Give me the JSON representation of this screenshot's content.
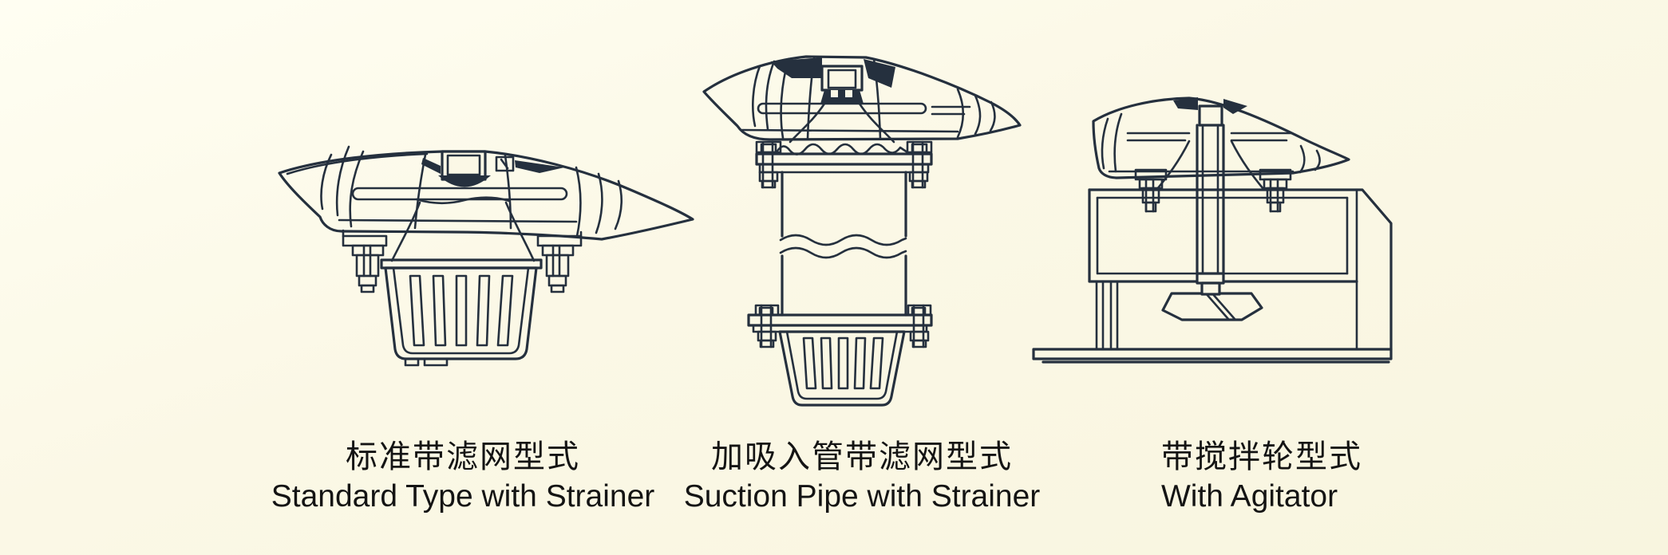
{
  "page": {
    "colors": {
      "background": "#FBF8E6",
      "line": "#25303E",
      "text": "#141414"
    }
  },
  "figures": [
    {
      "id": "standard-strainer",
      "label_zh": "标准带滤网型式",
      "label_en": "Standard Type with Strainer"
    },
    {
      "id": "suction-pipe-strainer",
      "label_zh": "加吸入管带滤网型式",
      "label_en": "Suction Pipe with Strainer"
    },
    {
      "id": "with-agitator",
      "label_zh": "带搅拌轮型式",
      "label_en": "With Agitator"
    }
  ]
}
